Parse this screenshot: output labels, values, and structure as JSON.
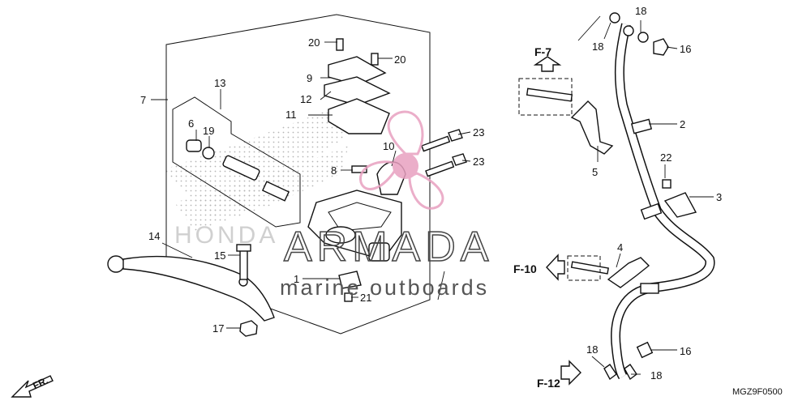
{
  "callouts": {
    "c1": "1",
    "c2": "2",
    "c3": "3",
    "c4": "4",
    "c5": "5",
    "c6": "6",
    "c7": "7",
    "c8": "8",
    "c9": "9",
    "c10": "10",
    "c11": "11",
    "c12": "12",
    "c13": "13",
    "c14": "14",
    "c15": "15",
    "c16a": "16",
    "c16b": "16",
    "c17": "17",
    "c18a": "18",
    "c18b": "18",
    "c18c": "18",
    "c18d": "18",
    "c19": "19",
    "c20a": "20",
    "c20b": "20",
    "c21": "21",
    "c22": "22",
    "c23a": "23",
    "c23b": "23"
  },
  "references": {
    "f7": "F-7",
    "f10": "F-10",
    "f12": "F-12",
    "fr": "FR."
  },
  "diagram_code": "MGZ9F0500",
  "watermark": {
    "brand": "ARMADA",
    "tagline": "marine outboards",
    "background_mark": "HONDA"
  },
  "colors": {
    "line": "#111111",
    "watermark_pink": "#e8a0c0",
    "dots": "#bbbbbb"
  }
}
